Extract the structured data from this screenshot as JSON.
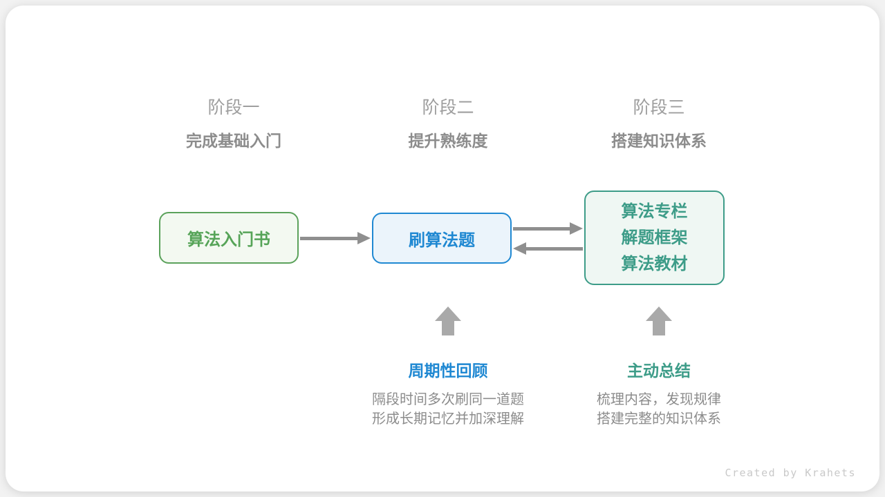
{
  "stages": [
    {
      "label": "阶段一",
      "subtitle": "完成基础入门"
    },
    {
      "label": "阶段二",
      "subtitle": "提升熟练度"
    },
    {
      "label": "阶段三",
      "subtitle": "搭建知识体系"
    }
  ],
  "boxes": [
    {
      "lines": [
        "算法入门书"
      ]
    },
    {
      "lines": [
        "刷算法题"
      ]
    },
    {
      "lines": [
        "算法专栏",
        "解题框架",
        "算法教材"
      ]
    }
  ],
  "annotations": [
    {
      "title": "周期性回顾",
      "desc_line1": "隔段时间多次刷同一道题",
      "desc_line2": "形成长期记忆并加深理解"
    },
    {
      "title": "主动总结",
      "desc_line1": "梳理内容，发现规律",
      "desc_line2": "搭建完整的知识体系"
    }
  ],
  "credit": "Created by Krahets",
  "colors": {
    "green": "#5ba25b",
    "blue": "#1f88d2",
    "teal": "#3d9c88",
    "arrow_gray": "#8f8f8f",
    "up_arrow_gray": "#a9a9a9",
    "heading_gray": "#9e9e9e",
    "text_gray": "#8c8c8c",
    "credit_gray": "#c9c9c9"
  }
}
